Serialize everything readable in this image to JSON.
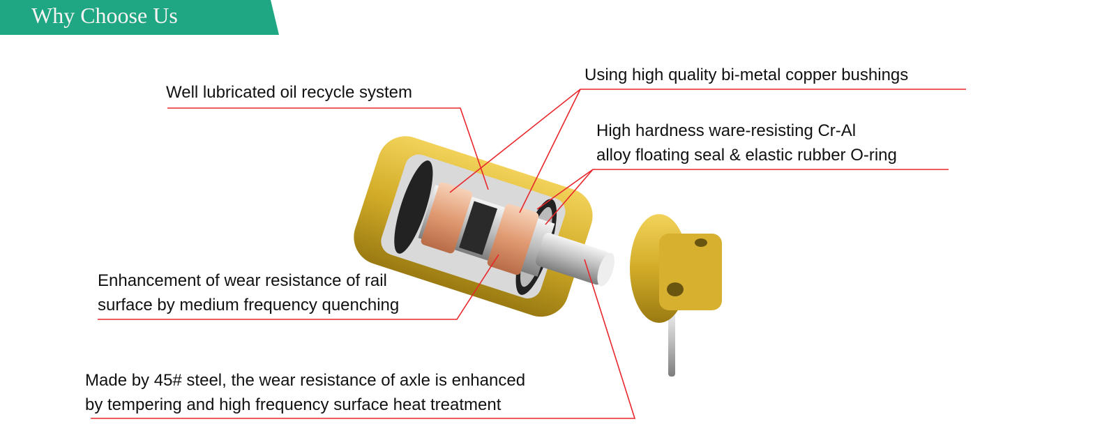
{
  "banner": {
    "title": "Why Choose Us",
    "color": "#1fa683"
  },
  "callout_color": "#e8262b",
  "callouts": {
    "oil_system": {
      "lines": [
        "Well lubricated oil recycle system"
      ]
    },
    "bushings": {
      "lines": [
        "Using high quality bi-metal copper bushings"
      ]
    },
    "seal": {
      "lines": [
        "High hardness ware-resisting Cr-Al",
        "alloy floating seal & elastic rubber O-ring"
      ]
    },
    "rail": {
      "lines": [
        "Enhancement of wear resistance of rail",
        "surface by medium frequency quenching"
      ]
    },
    "axle": {
      "lines": [
        "Made by 45# steel, the wear resistance of axle is enhanced",
        "by tempering and high frequency surface heat treatment"
      ]
    }
  }
}
